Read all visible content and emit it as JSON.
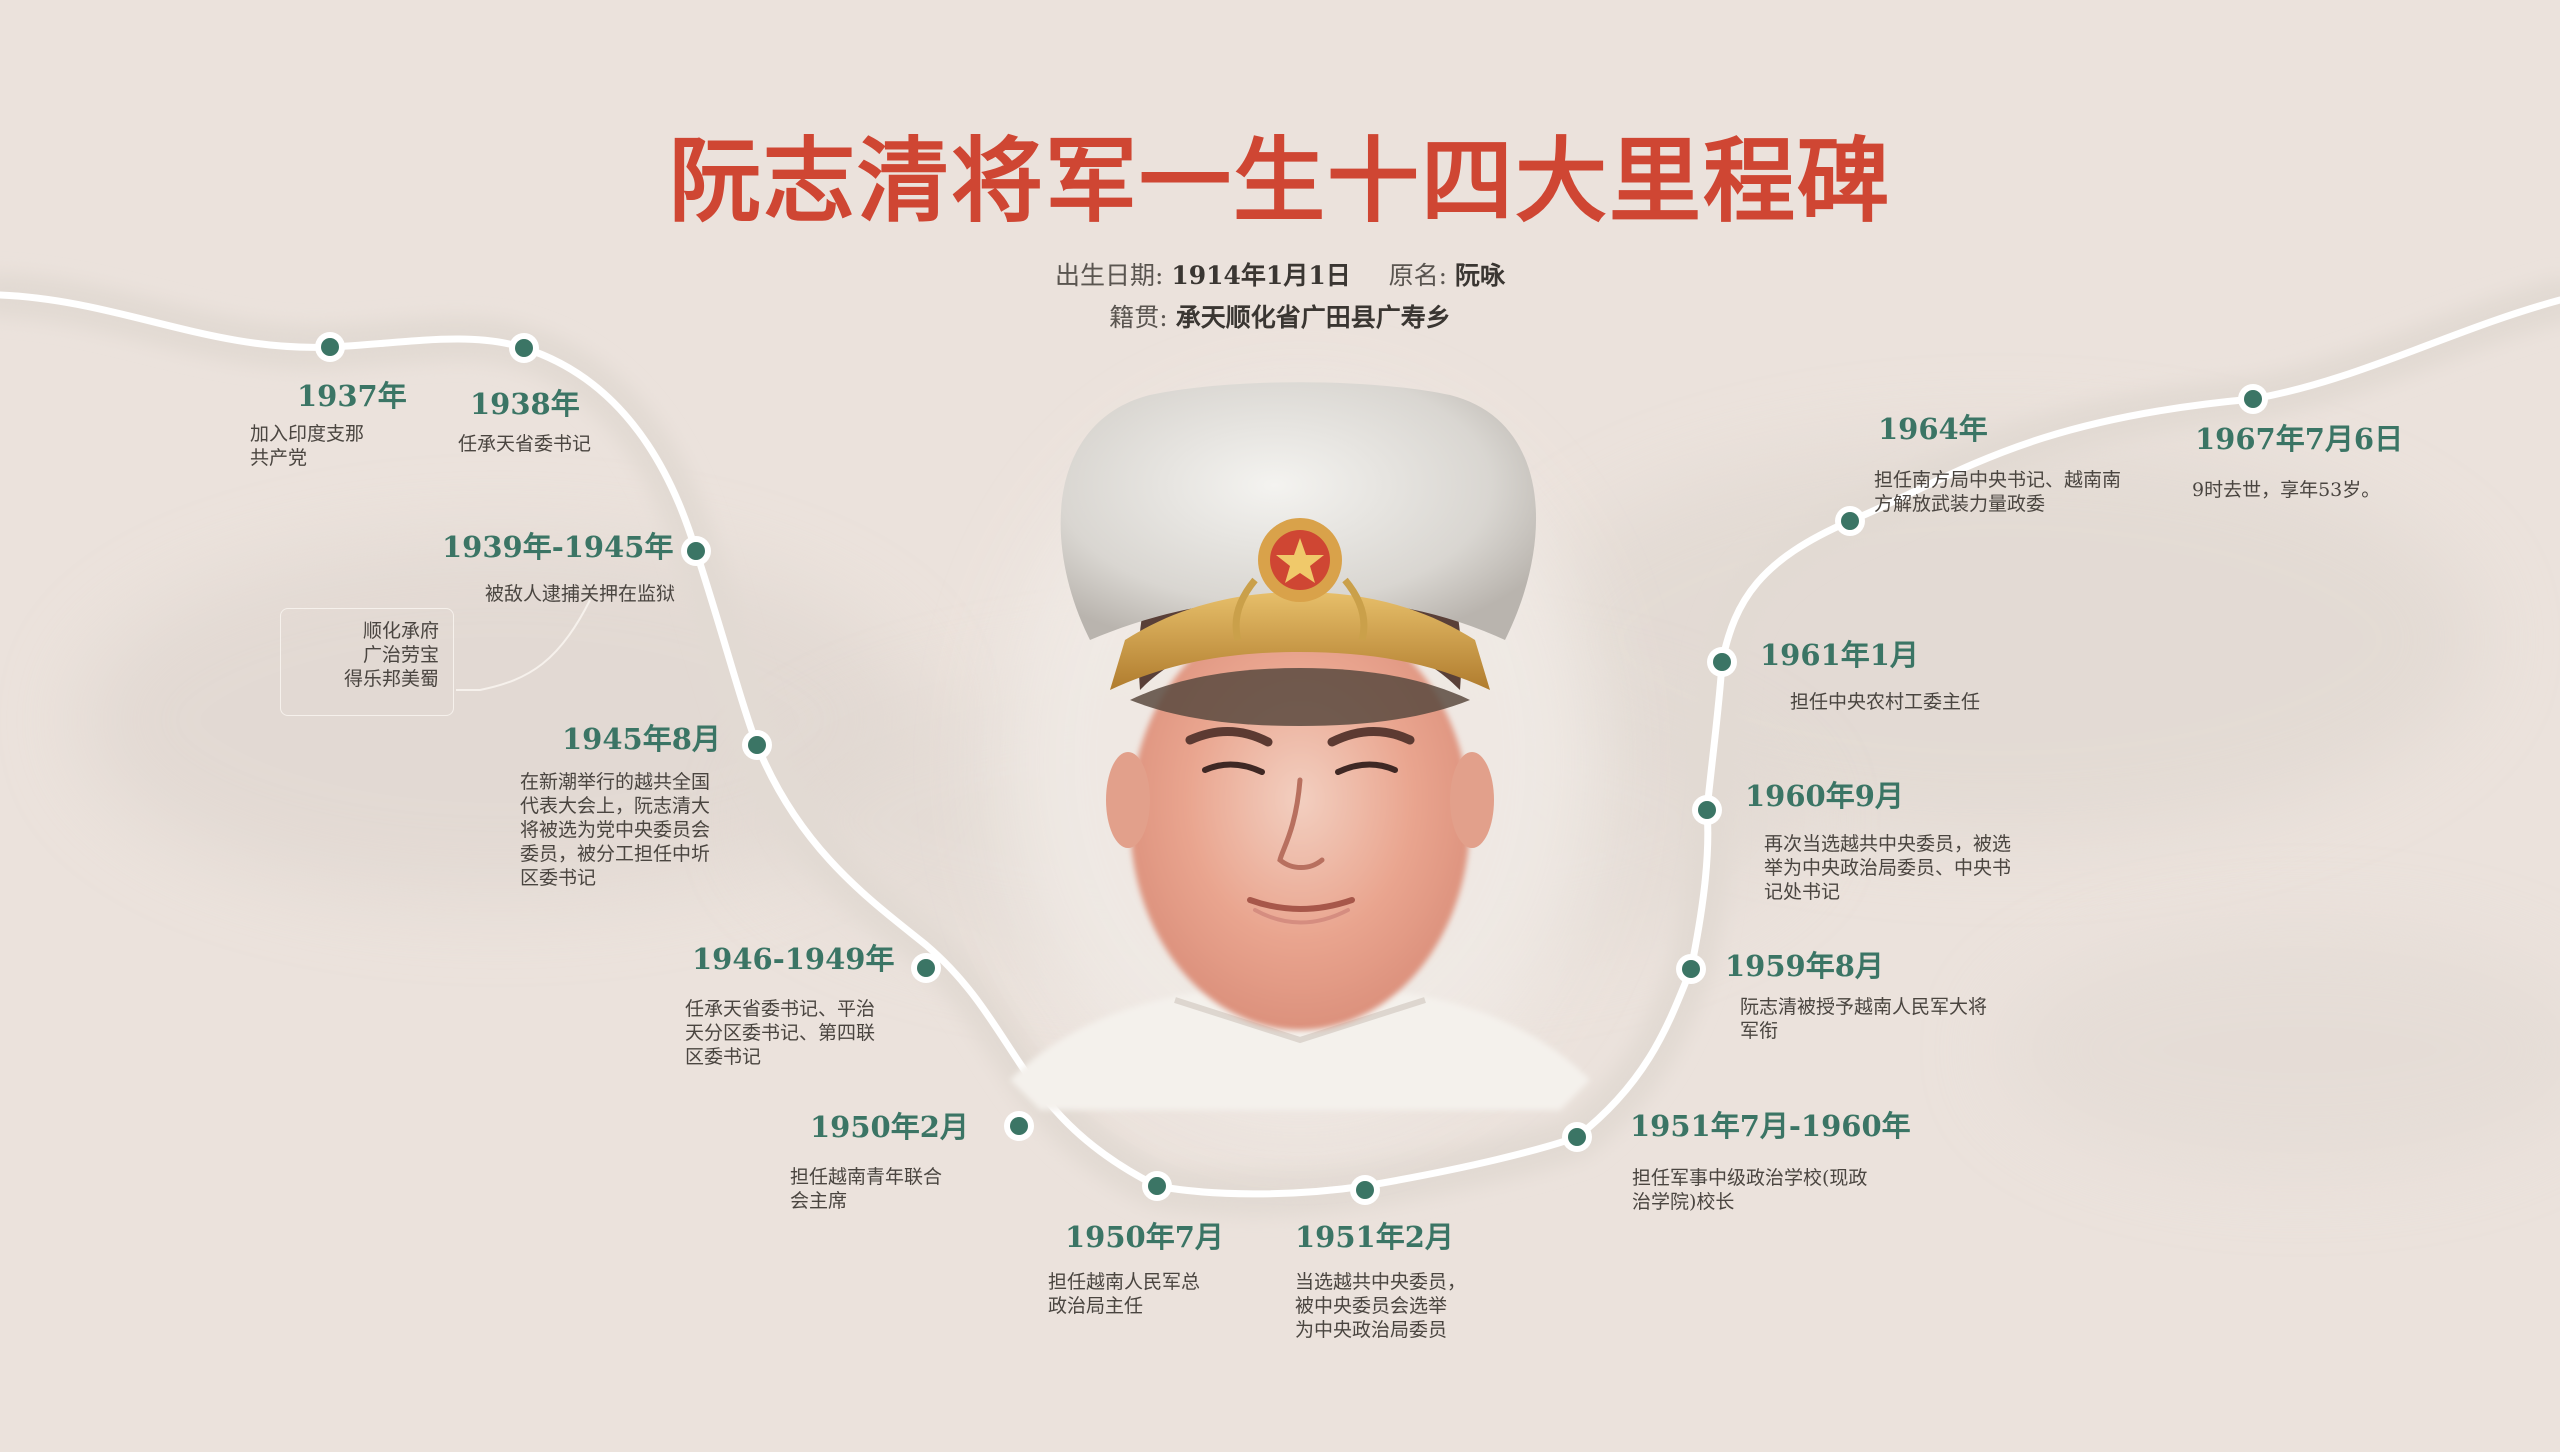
{
  "title": "阮志清将军一生十四大里程碑",
  "info": {
    "birth_label": "出生日期:",
    "birth_value": "1914年1月1日",
    "orig_name_label": "原名:",
    "orig_name_value": "阮咏",
    "hometown_label": "籍贯:",
    "hometown_value": "承天顺化省广田县广寿乡"
  },
  "quote_lines": [
    "顺化承府",
    "广治劳宝",
    "得乐邦美蜀"
  ],
  "milestones": [
    {
      "date": "1937年",
      "lines": [
        "加入印度支那",
        "共产党"
      ]
    },
    {
      "date": "1938年",
      "lines": [
        "任承天省委书记"
      ]
    },
    {
      "date": "1939年-1945年",
      "lines": [
        "被敌人逮捕关押在监狱"
      ]
    },
    {
      "date": "1945年8月",
      "lines": [
        "在新潮举行的越共全国",
        "代表大会上，阮志清大",
        "将被选为党中央委员会",
        "委员，被分工担任中圻",
        "区委书记"
      ]
    },
    {
      "date": "1946-1949年",
      "lines": [
        "任承天省委书记、平治",
        "天分区委书记、第四联",
        "区委书记"
      ]
    },
    {
      "date": "1950年2月",
      "lines": [
        "担任越南青年联合",
        "会主席"
      ]
    },
    {
      "date": "1950年7月",
      "lines": [
        "担任越南人民军总",
        "政治局主任"
      ]
    },
    {
      "date": "1951年2月",
      "lines": [
        "当选越共中央委员，",
        "被中央委员会选举",
        "为中央政治局委员"
      ]
    },
    {
      "date": "1951年7月-1960年",
      "lines": [
        "担任军事中级政治学校(现政",
        "治学院)校长"
      ]
    },
    {
      "date": "1959年8月",
      "lines": [
        "阮志清被授予越南人民军大将",
        "军衔"
      ]
    },
    {
      "date": "1960年9月",
      "lines": [
        "再次当选越共中央委员，被选",
        "举为中央政治局委员、中央书",
        "记处书记"
      ]
    },
    {
      "date": "1961年1月",
      "lines": [
        "担任中央农村工委主任"
      ]
    },
    {
      "date": "1964年",
      "lines": [
        "担任南方局中央书记、越南南",
        "方解放武装力量政委"
      ]
    },
    {
      "date": "1967年7月6日",
      "lines": [
        "9时去世，享年53岁。"
      ]
    }
  ],
  "colors": {
    "title": "#cf4633",
    "accent": "#3b7565",
    "road": "#ffffff",
    "background": "#ebe2dc"
  }
}
